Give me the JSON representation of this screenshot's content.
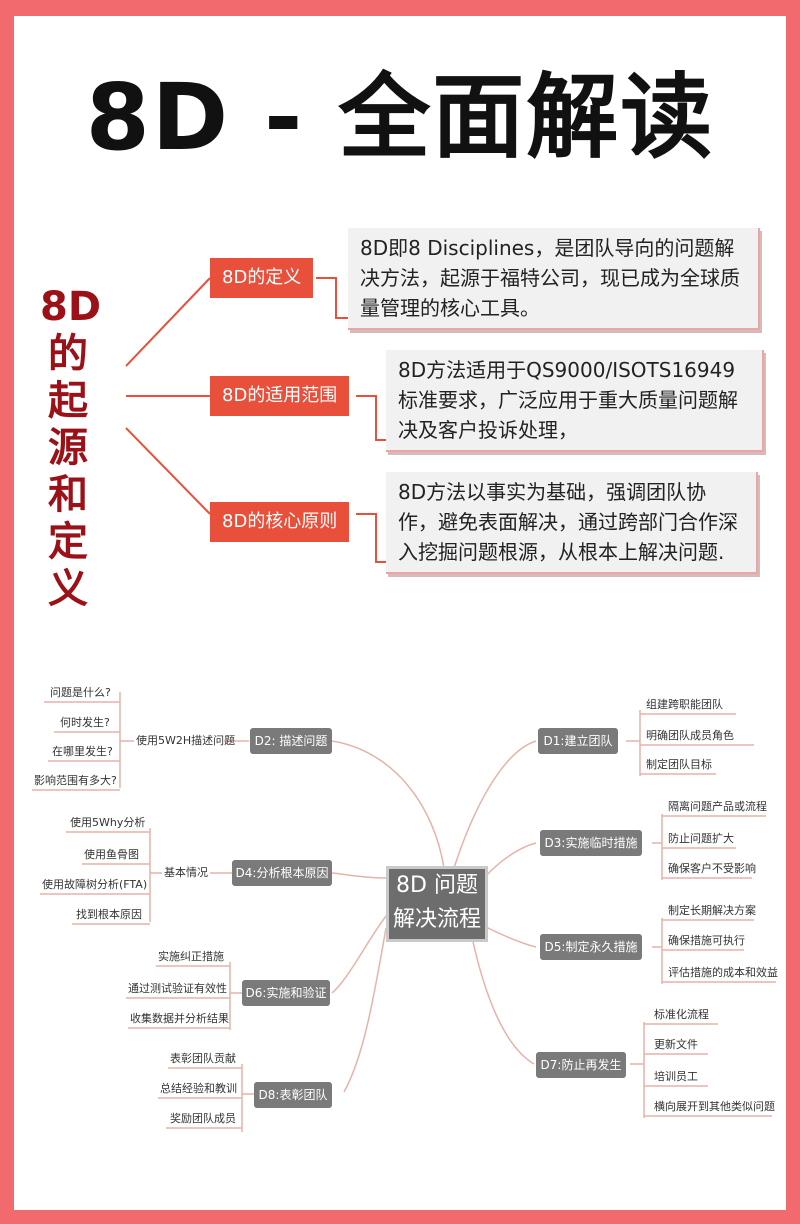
{
  "title": "8D - 全面解读",
  "side_title": {
    "l1": "8D",
    "l2": "的起源和定义"
  },
  "intro": [
    {
      "label": "8D的定义",
      "text": "8D即8 Disciplines，是团队导向的问题解决方法，起源于福特公司，现已成为全球质量管理的核心工具。"
    },
    {
      "label": "8D的适用范围",
      "text": "8D方法适用于QS9000/ISOTS16949标准要求，广泛应用于重大质量问题解决及客户投诉处理，"
    },
    {
      "label": "8D的核心原则",
      "text": "8D方法以事实为基础，强调团队协作，避免表面解决，通过跨部门合作深入挖掘问题根源，从根本上解决问题."
    }
  ],
  "mindmap": {
    "center": "8D 问题解决流程",
    "center_l1": "8D 问题",
    "center_l2": "解决流程",
    "d2": {
      "label": "D2: 描述问题",
      "mid": "使用5W2H描述问题",
      "leaves": [
        "问题是什么?",
        "何时发生?",
        "在哪里发生?",
        "影响范围有多大?"
      ]
    },
    "d4": {
      "label": "D4:分析根本原因",
      "mid": "基本情况",
      "leaves": [
        "使用5Why分析",
        "使用鱼骨图",
        "使用故障树分析(FTA)",
        "找到根本原因"
      ]
    },
    "d6": {
      "label": "D6:实施和验证",
      "leaves": [
        "实施纠正措施",
        "通过测试验证有效性",
        "收集数据并分析结果"
      ]
    },
    "d8": {
      "label": "D8:表彰团队",
      "leaves": [
        "表彰团队贡献",
        "总结经验和教训",
        "奖励团队成员"
      ]
    },
    "d1": {
      "label": "D1:建立团队",
      "leaves": [
        "组建跨职能团队",
        "明确团队成员角色",
        "制定团队目标"
      ]
    },
    "d3": {
      "label": "D3:实施临时措施",
      "leaves": [
        "隔离问题产品或流程",
        "防止问题扩大",
        "确保客户不受影响"
      ]
    },
    "d5": {
      "label": "D5:制定永久措施",
      "leaves": [
        "制定长期解决方案",
        "确保措施可执行",
        "评估措施的成本和效益"
      ]
    },
    "d7": {
      "label": "D7:防止再发生",
      "leaves": [
        "标准化流程",
        "更新文件",
        "培训员工",
        "横向展开到其他类似问题"
      ]
    }
  },
  "colors": {
    "frame": "#f26a6d",
    "accent": "#e8503c",
    "side_title": "#9b1117",
    "node": "#7a7a7a",
    "branch": "#e6b3a8"
  }
}
